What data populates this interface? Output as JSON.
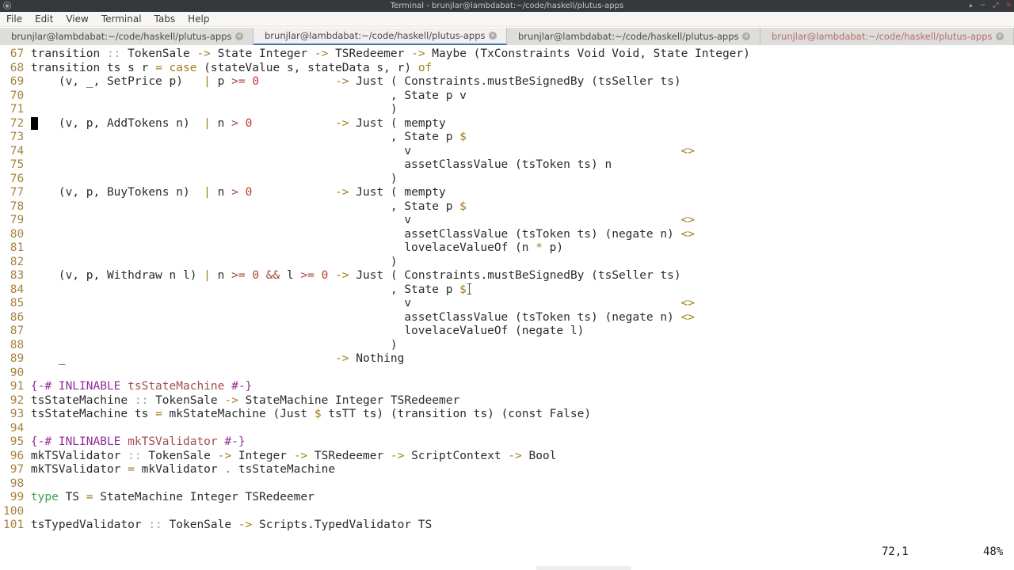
{
  "window": {
    "title": "Terminal - brunjlar@lambdabat:~/code/haskell/plutus-apps",
    "controls": {
      "shade": "▴",
      "minimize": "−",
      "maximize": "⤢",
      "close": "✕"
    }
  },
  "menubar": {
    "items": [
      "File",
      "Edit",
      "View",
      "Terminal",
      "Tabs",
      "Help"
    ]
  },
  "tabbar": {
    "tabs": [
      {
        "label": "brunjlar@lambdabat:~/code/haskell/plutus-apps",
        "state": "normal"
      },
      {
        "label": "brunjlar@lambdabat:~/code/haskell/plutus-apps",
        "state": "active"
      },
      {
        "label": "brunjlar@lambdabat:~/code/haskell/plutus-apps",
        "state": "normal"
      },
      {
        "label": "brunjlar@lambdabat:~/code/haskell/plutus-apps",
        "state": "alert"
      }
    ],
    "close_glyph": "✕"
  },
  "editor": {
    "cursor": {
      "line": 72,
      "col": 1
    },
    "lines": [
      {
        "n": 67,
        "seg": [
          [
            "p",
            "transition "
          ],
          [
            "cc",
            "::"
          ],
          [
            "p",
            " TokenSale "
          ],
          [
            "op",
            "->"
          ],
          [
            "p",
            " State Integer "
          ],
          [
            "op",
            "->"
          ],
          [
            "p",
            " TSRedeemer "
          ],
          [
            "op",
            "->"
          ],
          [
            "p",
            " Maybe (TxConstraints Void Void, State Integer)"
          ]
        ]
      },
      {
        "n": 68,
        "seg": [
          [
            "p",
            "transition ts s r "
          ],
          [
            "op",
            "="
          ],
          [
            "p",
            " "
          ],
          [
            "op",
            "case"
          ],
          [
            "p",
            " (stateValue s, stateData s, r) "
          ],
          [
            "op",
            "of"
          ]
        ]
      },
      {
        "n": 69,
        "seg": [
          [
            "p",
            "    (v, _, SetPrice p)   "
          ],
          [
            "op",
            "|"
          ],
          [
            "p",
            " p "
          ],
          [
            "cmp",
            ">="
          ],
          [
            "p",
            " "
          ],
          [
            "num",
            "0"
          ],
          [
            "p",
            "           "
          ],
          [
            "op",
            "->"
          ],
          [
            "p",
            " Just ( Constraints.mustBeSignedBy (tsSeller ts)"
          ]
        ]
      },
      {
        "n": 70,
        "seg": [
          [
            "p",
            "                                                    , State p v"
          ]
        ]
      },
      {
        "n": 71,
        "seg": [
          [
            "p",
            "                                                    )"
          ]
        ]
      },
      {
        "n": 72,
        "seg": [
          [
            "p",
            "    (v, p, AddTokens n)  "
          ],
          [
            "op",
            "|"
          ],
          [
            "p",
            " n "
          ],
          [
            "cmp",
            ">"
          ],
          [
            "p",
            " "
          ],
          [
            "num",
            "0"
          ],
          [
            "p",
            "            "
          ],
          [
            "op",
            "->"
          ],
          [
            "p",
            " Just ( mempty"
          ]
        ]
      },
      {
        "n": 73,
        "seg": [
          [
            "p",
            "                                                    , State p "
          ],
          [
            "op",
            "$"
          ]
        ]
      },
      {
        "n": 74,
        "seg": [
          [
            "p",
            "                                                      v                                       "
          ],
          [
            "op",
            "<>"
          ]
        ]
      },
      {
        "n": 75,
        "seg": [
          [
            "p",
            "                                                      assetClassValue (tsToken ts) n"
          ]
        ]
      },
      {
        "n": 76,
        "seg": [
          [
            "p",
            "                                                    )"
          ]
        ]
      },
      {
        "n": 77,
        "seg": [
          [
            "p",
            "    (v, p, BuyTokens n)  "
          ],
          [
            "op",
            "|"
          ],
          [
            "p",
            " n "
          ],
          [
            "cmp",
            ">"
          ],
          [
            "p",
            " "
          ],
          [
            "num",
            "0"
          ],
          [
            "p",
            "            "
          ],
          [
            "op",
            "->"
          ],
          [
            "p",
            " Just ( mempty"
          ]
        ]
      },
      {
        "n": 78,
        "seg": [
          [
            "p",
            "                                                    , State p "
          ],
          [
            "op",
            "$"
          ]
        ]
      },
      {
        "n": 79,
        "seg": [
          [
            "p",
            "                                                      v                                       "
          ],
          [
            "op",
            "<>"
          ]
        ]
      },
      {
        "n": 80,
        "seg": [
          [
            "p",
            "                                                      assetClassValue (tsToken ts) (negate n) "
          ],
          [
            "op",
            "<>"
          ]
        ]
      },
      {
        "n": 81,
        "seg": [
          [
            "p",
            "                                                      lovelaceValueOf (n "
          ],
          [
            "op",
            "*"
          ],
          [
            "p",
            " p)"
          ]
        ]
      },
      {
        "n": 82,
        "seg": [
          [
            "p",
            "                                                    )"
          ]
        ]
      },
      {
        "n": 83,
        "seg": [
          [
            "p",
            "    (v, p, Withdraw n l) "
          ],
          [
            "op",
            "|"
          ],
          [
            "p",
            " n "
          ],
          [
            "cmp",
            ">="
          ],
          [
            "p",
            " "
          ],
          [
            "num",
            "0"
          ],
          [
            "p",
            " "
          ],
          [
            "cmp",
            "&&"
          ],
          [
            "p",
            " l "
          ],
          [
            "cmp",
            ">="
          ],
          [
            "p",
            " "
          ],
          [
            "num",
            "0"
          ],
          [
            "p",
            " "
          ],
          [
            "op",
            "->"
          ],
          [
            "p",
            " Just ( Constraints.mustBeSignedBy (tsSeller ts)"
          ]
        ]
      },
      {
        "n": 84,
        "seg": [
          [
            "p",
            "                                                    , State p "
          ],
          [
            "op",
            "$"
          ]
        ]
      },
      {
        "n": 85,
        "seg": [
          [
            "p",
            "                                                      v                                       "
          ],
          [
            "op",
            "<>"
          ]
        ]
      },
      {
        "n": 86,
        "seg": [
          [
            "p",
            "                                                      assetClassValue (tsToken ts) (negate n) "
          ],
          [
            "op",
            "<>"
          ]
        ]
      },
      {
        "n": 87,
        "seg": [
          [
            "p",
            "                                                      lovelaceValueOf (negate l)"
          ]
        ]
      },
      {
        "n": 88,
        "seg": [
          [
            "p",
            "                                                    )"
          ]
        ]
      },
      {
        "n": 89,
        "seg": [
          [
            "p",
            "    _                                       "
          ],
          [
            "op",
            "->"
          ],
          [
            "p",
            " Nothing"
          ]
        ]
      },
      {
        "n": 90,
        "seg": []
      },
      {
        "n": 91,
        "seg": [
          [
            "prag",
            "{-# INLINABLE "
          ],
          [
            "pn",
            "tsStateMachine"
          ],
          [
            "prag",
            " #-}"
          ]
        ]
      },
      {
        "n": 92,
        "seg": [
          [
            "p",
            "tsStateMachine "
          ],
          [
            "cc",
            "::"
          ],
          [
            "p",
            " TokenSale "
          ],
          [
            "op",
            "->"
          ],
          [
            "p",
            " StateMachine Integer TSRedeemer"
          ]
        ]
      },
      {
        "n": 93,
        "seg": [
          [
            "p",
            "tsStateMachine ts "
          ],
          [
            "op",
            "="
          ],
          [
            "p",
            " mkStateMachine (Just "
          ],
          [
            "op",
            "$"
          ],
          [
            "p",
            " tsTT ts) (transition ts) (const False)"
          ]
        ]
      },
      {
        "n": 94,
        "seg": []
      },
      {
        "n": 95,
        "seg": [
          [
            "prag",
            "{-# INLINABLE "
          ],
          [
            "pn",
            "mkTSValidator"
          ],
          [
            "prag",
            " #-}"
          ]
        ]
      },
      {
        "n": 96,
        "seg": [
          [
            "p",
            "mkTSValidator "
          ],
          [
            "cc",
            "::"
          ],
          [
            "p",
            " TokenSale "
          ],
          [
            "op",
            "->"
          ],
          [
            "p",
            " Integer "
          ],
          [
            "op",
            "->"
          ],
          [
            "p",
            " TSRedeemer "
          ],
          [
            "op",
            "->"
          ],
          [
            "p",
            " ScriptContext "
          ],
          [
            "op",
            "->"
          ],
          [
            "p",
            " Bool"
          ]
        ]
      },
      {
        "n": 97,
        "seg": [
          [
            "p",
            "mkTSValidator "
          ],
          [
            "op",
            "="
          ],
          [
            "p",
            " mkValidator "
          ],
          [
            "op",
            "."
          ],
          [
            "p",
            " tsStateMachine"
          ]
        ]
      },
      {
        "n": 98,
        "seg": []
      },
      {
        "n": 99,
        "seg": [
          [
            "kw",
            "type"
          ],
          [
            "p",
            " TS "
          ],
          [
            "op",
            "="
          ],
          [
            "p",
            " StateMachine Integer TSRedeemer"
          ]
        ]
      },
      {
        "n": 100,
        "seg": []
      },
      {
        "n": 101,
        "seg": [
          [
            "p",
            "tsTypedValidator "
          ],
          [
            "cc",
            "::"
          ],
          [
            "p",
            " TokenSale "
          ],
          [
            "op",
            "->"
          ],
          [
            "p",
            " Scripts.TypedValidator TS"
          ]
        ]
      }
    ]
  },
  "statusline": {
    "cursor_position": "72,1",
    "scroll_percent": "48%"
  }
}
